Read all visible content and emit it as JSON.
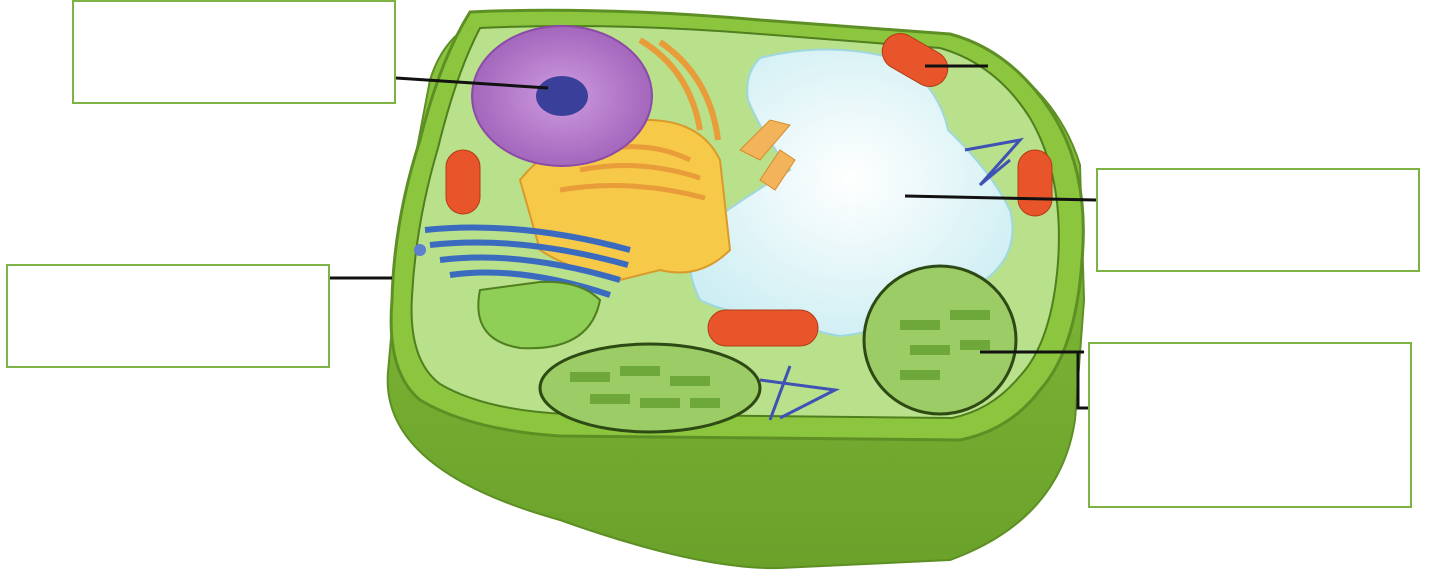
{
  "diagram": {
    "subject": "plant cell",
    "labels": [
      {
        "id": "label-nucleus",
        "text": ""
      },
      {
        "id": "label-cell-wall",
        "text": ""
      },
      {
        "id": "label-vacuole",
        "text": ""
      },
      {
        "id": "label-chloroplast",
        "text": ""
      }
    ],
    "colors": {
      "cell_wall": "#8cc63f",
      "cell_wall_dark": "#6aa12a",
      "cytoplasm": "#b9e08a",
      "vacuole": "#e8f6f8",
      "nucleus": "#b57acb",
      "nucleolus": "#3a3f9a",
      "er_rough": "#f2b35a",
      "golgi": "#3b6bbf",
      "mitochondria": "#e8552a",
      "chloroplast": "#9ccc65",
      "cytoskeleton": "#3f51b5",
      "box_border": "#7cb342"
    }
  }
}
